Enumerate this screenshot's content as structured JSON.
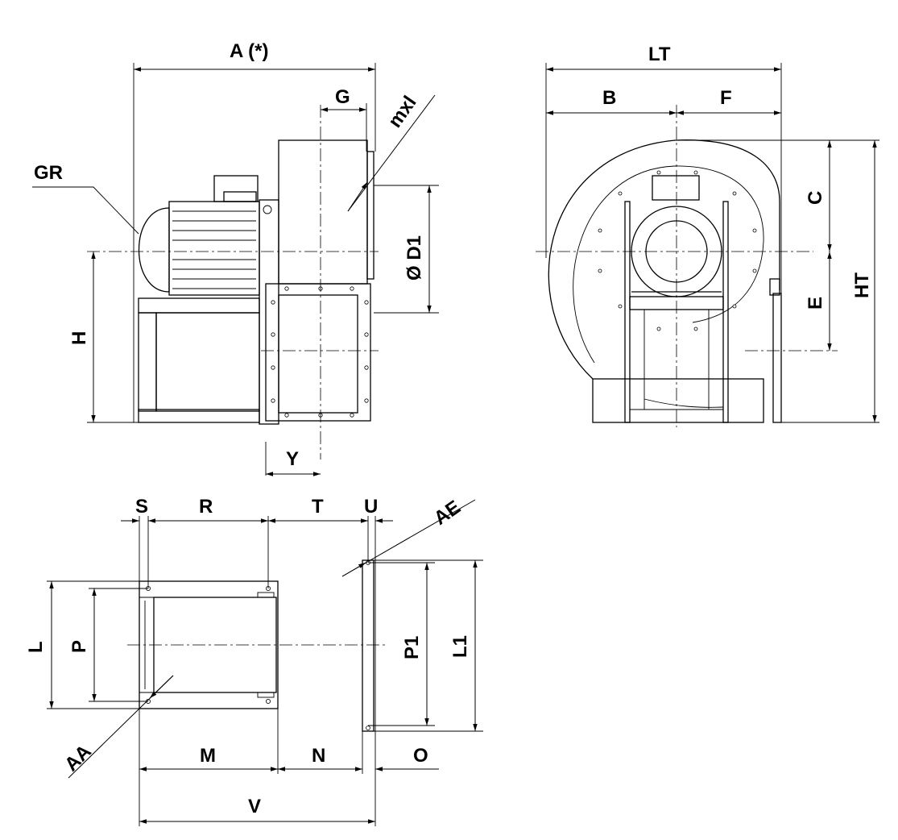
{
  "labels": {
    "A": "A (*)",
    "G": "G",
    "mxl": "mxl",
    "GR": "GR",
    "D1": "Ø D1",
    "H": "H",
    "Y": "Y",
    "LT": "LT",
    "B": "B",
    "F": "F",
    "C": "C",
    "E": "E",
    "HT": "HT",
    "S": "S",
    "R": "R",
    "T": "T",
    "U": "U",
    "AE": "AE",
    "L": "L",
    "P": "P",
    "P1": "P1",
    "L1": "L1",
    "AA": "AA",
    "M": "M",
    "N": "N",
    "O": "O",
    "V": "V"
  }
}
